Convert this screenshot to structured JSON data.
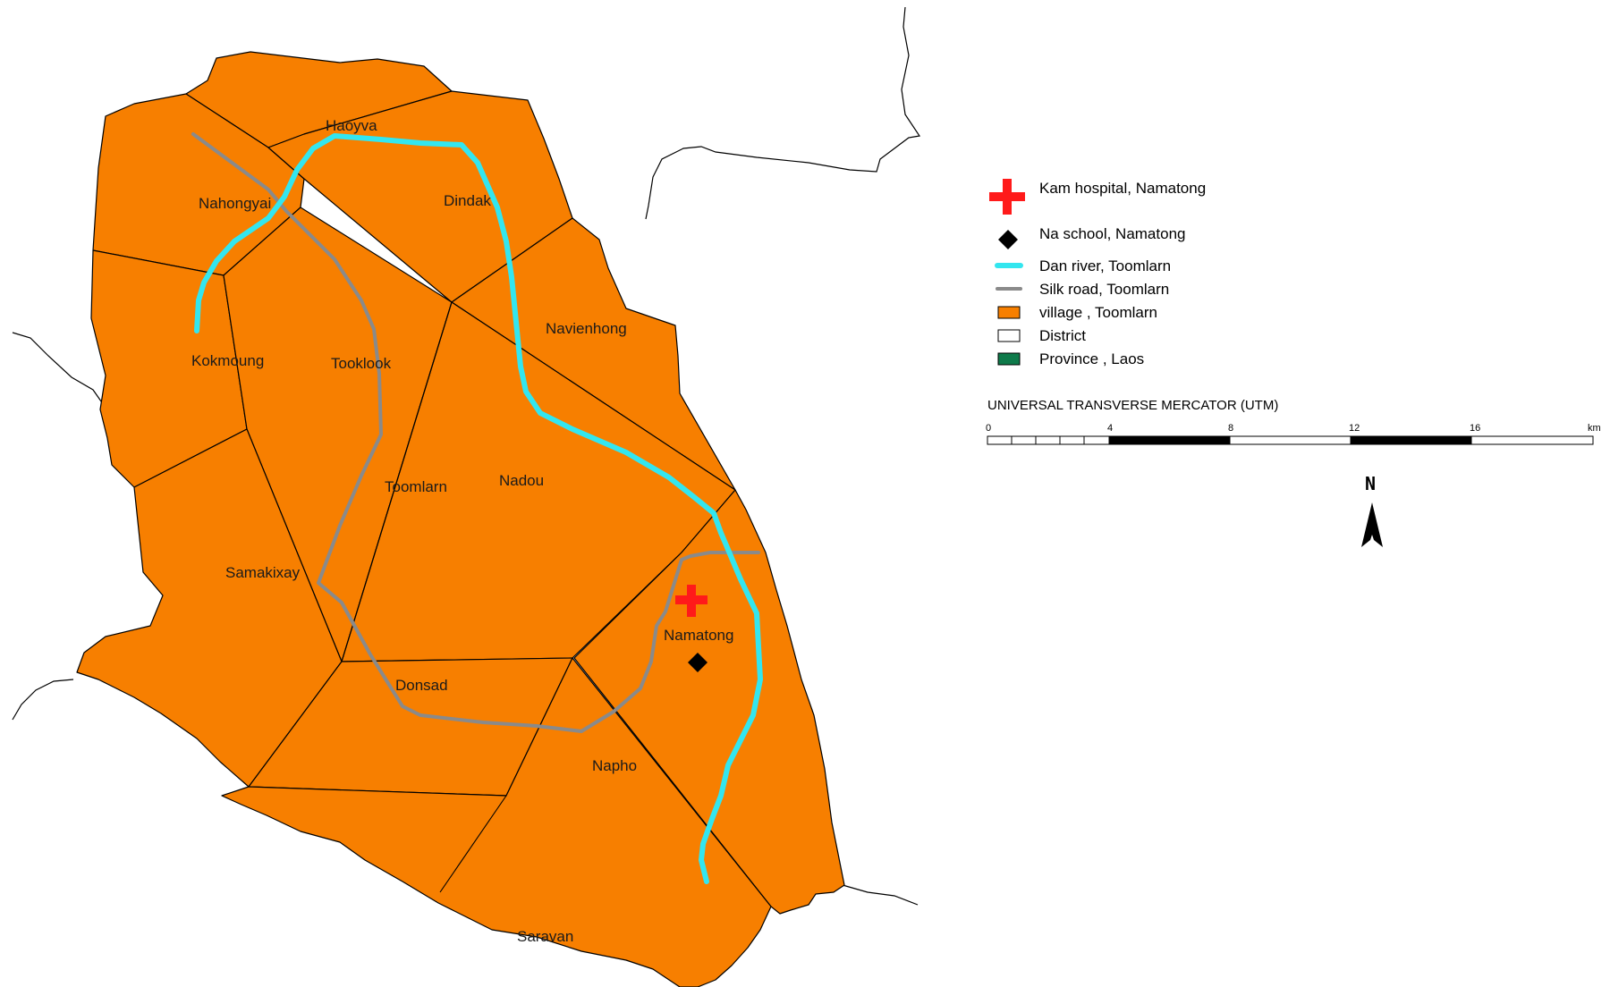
{
  "map": {
    "colors": {
      "village_fill": "#f77f00",
      "river": "#33e6ef",
      "road": "#8a8a8a",
      "province": "#0e7a4a",
      "hospital": "#ff1a1a",
      "school": "#000000"
    },
    "village_labels": {
      "haoyva": "Haoyva",
      "nahongyai": "Nahongyai",
      "dindak": "Dindak",
      "navienhong": "Navienhong",
      "kokmoung": "Kokmoung",
      "tooklook": "Tooklook",
      "toomlarn": "Toomlarn",
      "nadou": "Nadou",
      "samakixay": "Samakixay",
      "namatong": "Namatong",
      "donsad": "Donsad",
      "napho": "Napho",
      "saravan": "Saravan"
    },
    "icons": {
      "hospital": "red-cross-icon",
      "school": "black-diamond-icon",
      "north": "north-arrow-icon"
    }
  },
  "legend": {
    "hospital": "Kam hospital, Namatong",
    "school": "Na school, Namatong",
    "river": "Dan river, Toomlarn",
    "road": "Silk road, Toomlarn",
    "village": "village , Toomlarn",
    "district": "District",
    "province": "Province , Laos"
  },
  "scale_bar": {
    "title": "UNIVERSAL TRANSVERSE MERCATOR (UTM)",
    "ticks": [
      "0",
      "4",
      "8",
      "12",
      "16",
      "km"
    ]
  },
  "north_arrow": {
    "label": "N"
  }
}
